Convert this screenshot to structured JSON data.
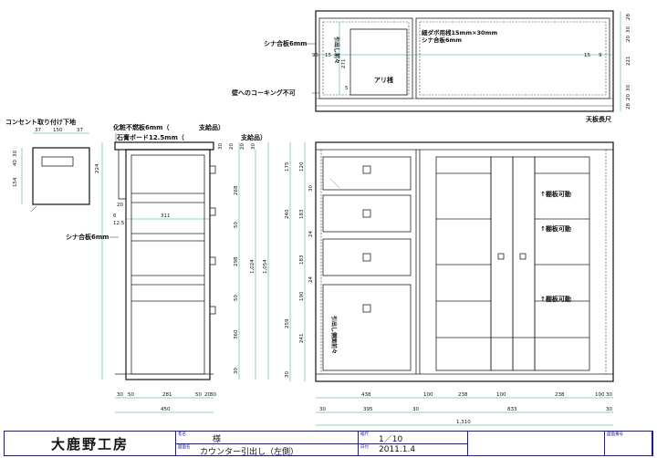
{
  "labels": {
    "outlet": "コンセント取り付け下地",
    "fireproof": "化粧不燃板6mm（",
    "gypsum": "石膏ボード12.5mm（",
    "supplied1": "支給品）",
    "supplied2": "支給品）",
    "shina_left": "シナ合板6mm",
    "shina_top": "シナ合板6mm",
    "dowel": "細ダボ用桟15mm×30mm",
    "shina_top2": "シナ合板6mm",
    "ari": "アリ桟",
    "caulk": "壁へのコーキング不可",
    "top_length": "天板長尺",
    "drawer_top": "引出し前々",
    "drawer_bottom": "引出し側面前々",
    "shelf1": "↑棚板可動",
    "shelf2": "↑棚板可動",
    "shelf3": "↑棚板可動"
  },
  "dims": {
    "outlet_w": [
      "37",
      "150",
      "37"
    ],
    "outlet_h": [
      "30",
      "40",
      "154"
    ],
    "side_top": [
      "30",
      "20",
      "20",
      "30"
    ],
    "side_inner": "311",
    "side_left": [
      "224",
      "20",
      "6",
      "12.5"
    ],
    "side_rows": [
      "268",
      "50",
      "298",
      "50",
      "360",
      "30"
    ],
    "side_tall": [
      "1,024",
      "1,054"
    ],
    "side_bottom": [
      "30",
      "50",
      "281",
      "50",
      "20",
      "30"
    ],
    "side_total": "450",
    "front_left": [
      "175",
      "120",
      "30",
      "240",
      "183",
      "24",
      "183",
      "24",
      "190",
      "241",
      "259",
      "30"
    ],
    "front_bottom1": [
      "438",
      "100",
      "238",
      "100",
      "238",
      "100",
      "30"
    ],
    "front_bottom2": [
      "30",
      "395",
      "30",
      "833",
      "30"
    ],
    "front_total": "1,310",
    "plan_right": [
      "28",
      "30",
      "20",
      "221",
      "30",
      "20",
      "28"
    ],
    "plan_inner": [
      "271",
      "5"
    ]
  },
  "title_block": {
    "company": "大鹿野工房",
    "client_cap": "客名",
    "client": "様",
    "drawing_cap": "図面名",
    "drawing": "カウンター引出し（左側）",
    "scale_cap": "縮尺",
    "scale": "1／10",
    "date_cap": "日付",
    "date": "2011.1.4",
    "note_cap": "図面番号"
  }
}
